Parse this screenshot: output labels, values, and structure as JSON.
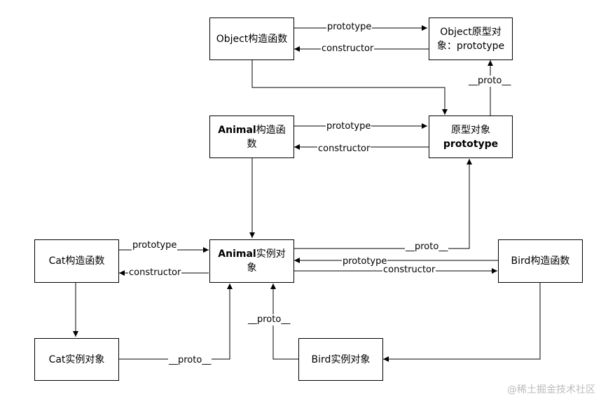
{
  "nodes": {
    "object_ctor": {
      "text": "Object构造函数"
    },
    "object_proto": {
      "line1": "Object原型对",
      "line2": "象：prototype"
    },
    "animal_ctor": {
      "bold": "Animal",
      "rest": "构造函",
      "line2": "数"
    },
    "animal_proto": {
      "line1": "原型对象",
      "line2": "prototype"
    },
    "animal_instance": {
      "bold": "Animal",
      "rest": "实例对",
      "line2": "象"
    },
    "cat_ctor": {
      "text": "Cat构造函数"
    },
    "bird_ctor": {
      "text": "Bird构造函数"
    },
    "cat_instance": {
      "text": "Cat实例对象"
    },
    "bird_instance": {
      "text": "Bird实例对象"
    }
  },
  "edges": {
    "object_prototype": "prototype",
    "object_constructor": "constructor",
    "object_proto_link": "__proto__",
    "animal_prototype": "prototype",
    "animal_constructor": "constructor",
    "instance_proto_link": "__proto__",
    "cat_prototype": "prototype",
    "cat_constructor": "constructor",
    "bird_prototype": "prototype",
    "bird_constructor": "constructor",
    "cat_instance_proto": "__proto__",
    "bird_instance_proto": "__proto__"
  },
  "watermark": "@稀土掘金技术社区"
}
